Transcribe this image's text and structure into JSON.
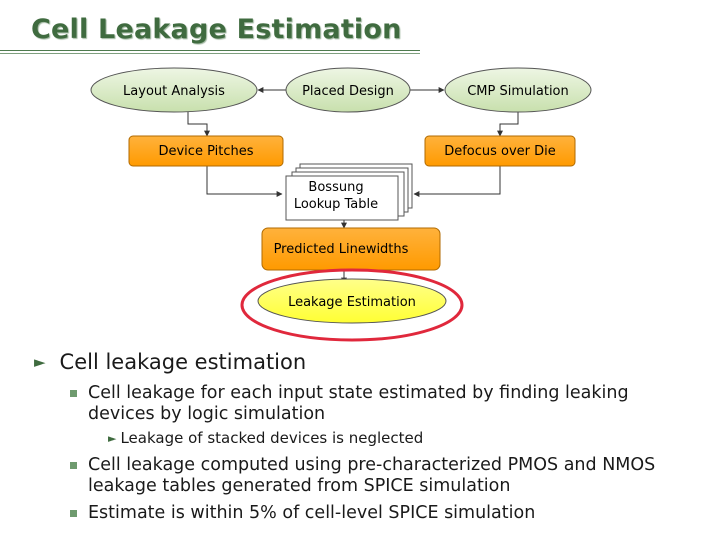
{
  "title": "Cell Leakage Estimation",
  "diagram": {
    "nodes": {
      "layout_analysis": "Layout Analysis",
      "placed_design": "Placed Design",
      "cmp_simulation": "CMP Simulation",
      "device_pitches": "Device Pitches",
      "defocus_over_die": "Defocus over Die",
      "bossung_line1": "Bossung",
      "bossung_line2": "Lookup Table",
      "predicted_linewidths": "Predicted Linewidths",
      "leakage_estimation": "Leakage Estimation"
    },
    "colors": {
      "green_node": "#d6e9c0",
      "orange_node": "#ffa31a",
      "yellow_node": "#ffff66",
      "highlight_ring": "#e0283c"
    }
  },
  "bullets": {
    "main": "Cell leakage estimation",
    "sub1": "Cell leakage for each input state estimated by finding leaking devices by logic simulation",
    "sub1_child": "Leakage of stacked devices is neglected",
    "sub2": "Cell leakage computed using pre-characterized PMOS and NMOS leakage tables generated from SPICE simulation",
    "sub3": "Estimate is within 5% of cell-level SPICE simulation"
  }
}
